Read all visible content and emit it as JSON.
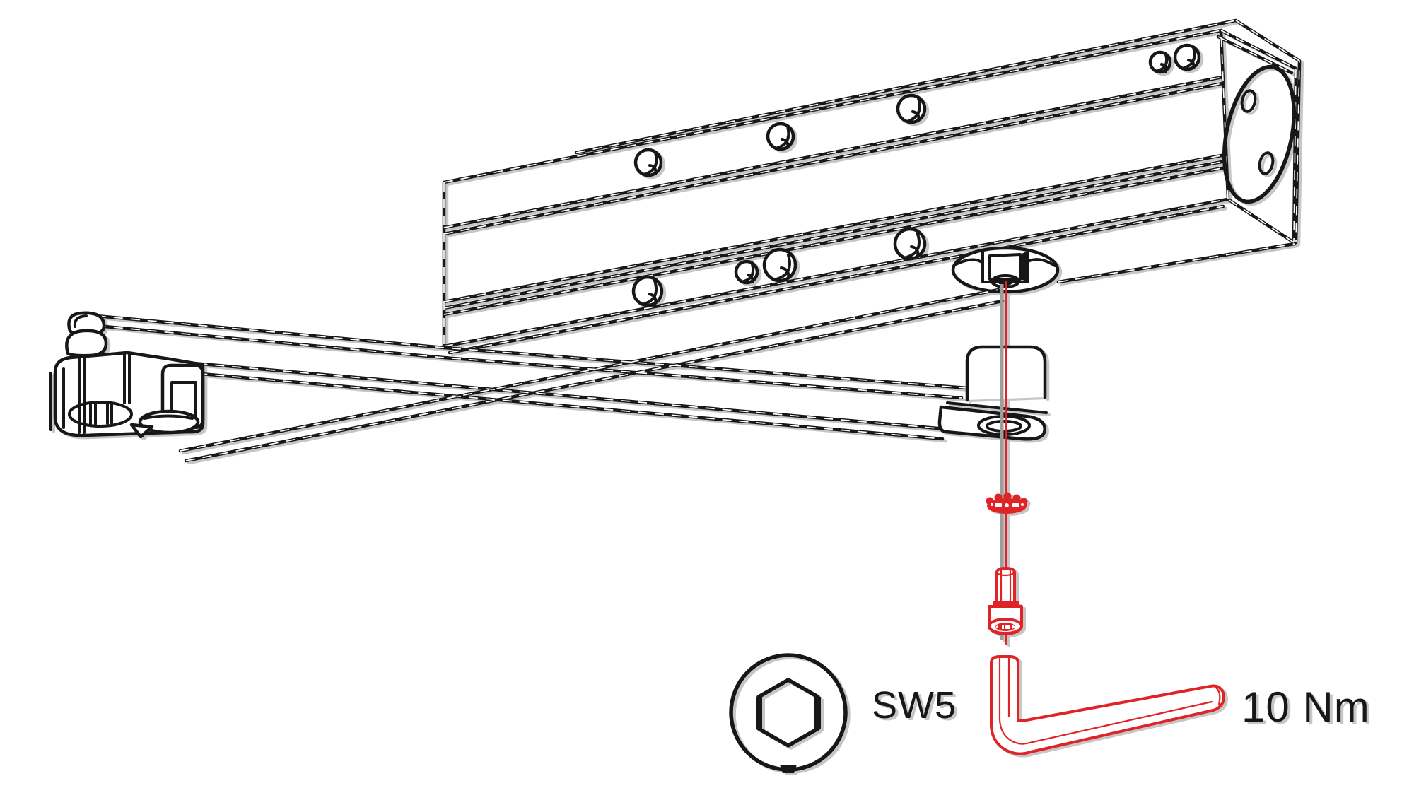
{
  "legend": {
    "tool_icon": "hex-socket-icon",
    "tool_name": "allen-key",
    "tool_size_label": "SW5",
    "torque_label": "10 Nm"
  },
  "parts": {
    "body": "door-closer-body",
    "arm": "scissor-arm-assembly",
    "bracket": "arm-shoe-bracket",
    "spindle_boss": "pinion-spindle-socket",
    "arm_hub": "arm-pinion-hub",
    "fastener": "countersunk-hex-screw-with-washer"
  },
  "colors": {
    "line": "#171717",
    "highlight": "#e02327",
    "shadow": "#9d9d9d",
    "background": "#ffffff"
  }
}
